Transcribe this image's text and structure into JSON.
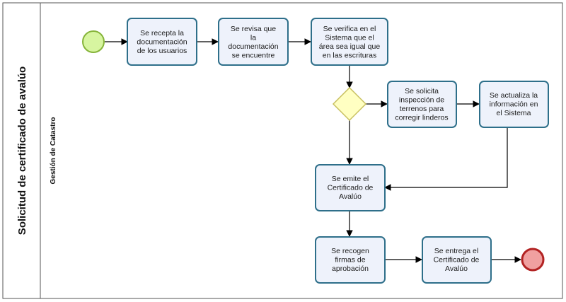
{
  "pool": {
    "label": "Solicitud de certificado de avalúo"
  },
  "lane": {
    "label": "Gestión de Catastro"
  },
  "tasks": [
    {
      "id": "t1",
      "lines": [
        "Se recepta la",
        "documentación",
        "de los usuarios"
      ]
    },
    {
      "id": "t2",
      "lines": [
        "Se revisa que",
        "la",
        "documentación",
        "se encuentre"
      ]
    },
    {
      "id": "t3",
      "lines": [
        "Se verifica en el",
        "Sistema que el",
        "área sea igual que",
        "en las escrituras"
      ]
    },
    {
      "id": "t4",
      "lines": [
        "Se solicita",
        "inspección de",
        "terrenos para",
        "corregir linderos"
      ]
    },
    {
      "id": "t5",
      "lines": [
        "Se actualiza la",
        "información en",
        "el Sistema"
      ]
    },
    {
      "id": "t6",
      "lines": [
        "Se emite el",
        "Certificado de",
        "Avalúo"
      ]
    },
    {
      "id": "t7",
      "lines": [
        "Se recogen",
        "firmas de",
        "aprobación"
      ]
    },
    {
      "id": "t8",
      "lines": [
        "Se entrega el",
        "Certificado de",
        "Avalúo"
      ]
    }
  ],
  "colors": {
    "task_fill": "#eef2fb",
    "task_stroke": "#2e6f8a",
    "start_fill": "#d7f5a0",
    "start_stroke": "#86b43a",
    "end_fill": "#f0a0a0",
    "end_stroke": "#b22222",
    "gateway_fill": "#ffffc2",
    "gateway_stroke": "#c8c060",
    "flow": "#000000"
  }
}
